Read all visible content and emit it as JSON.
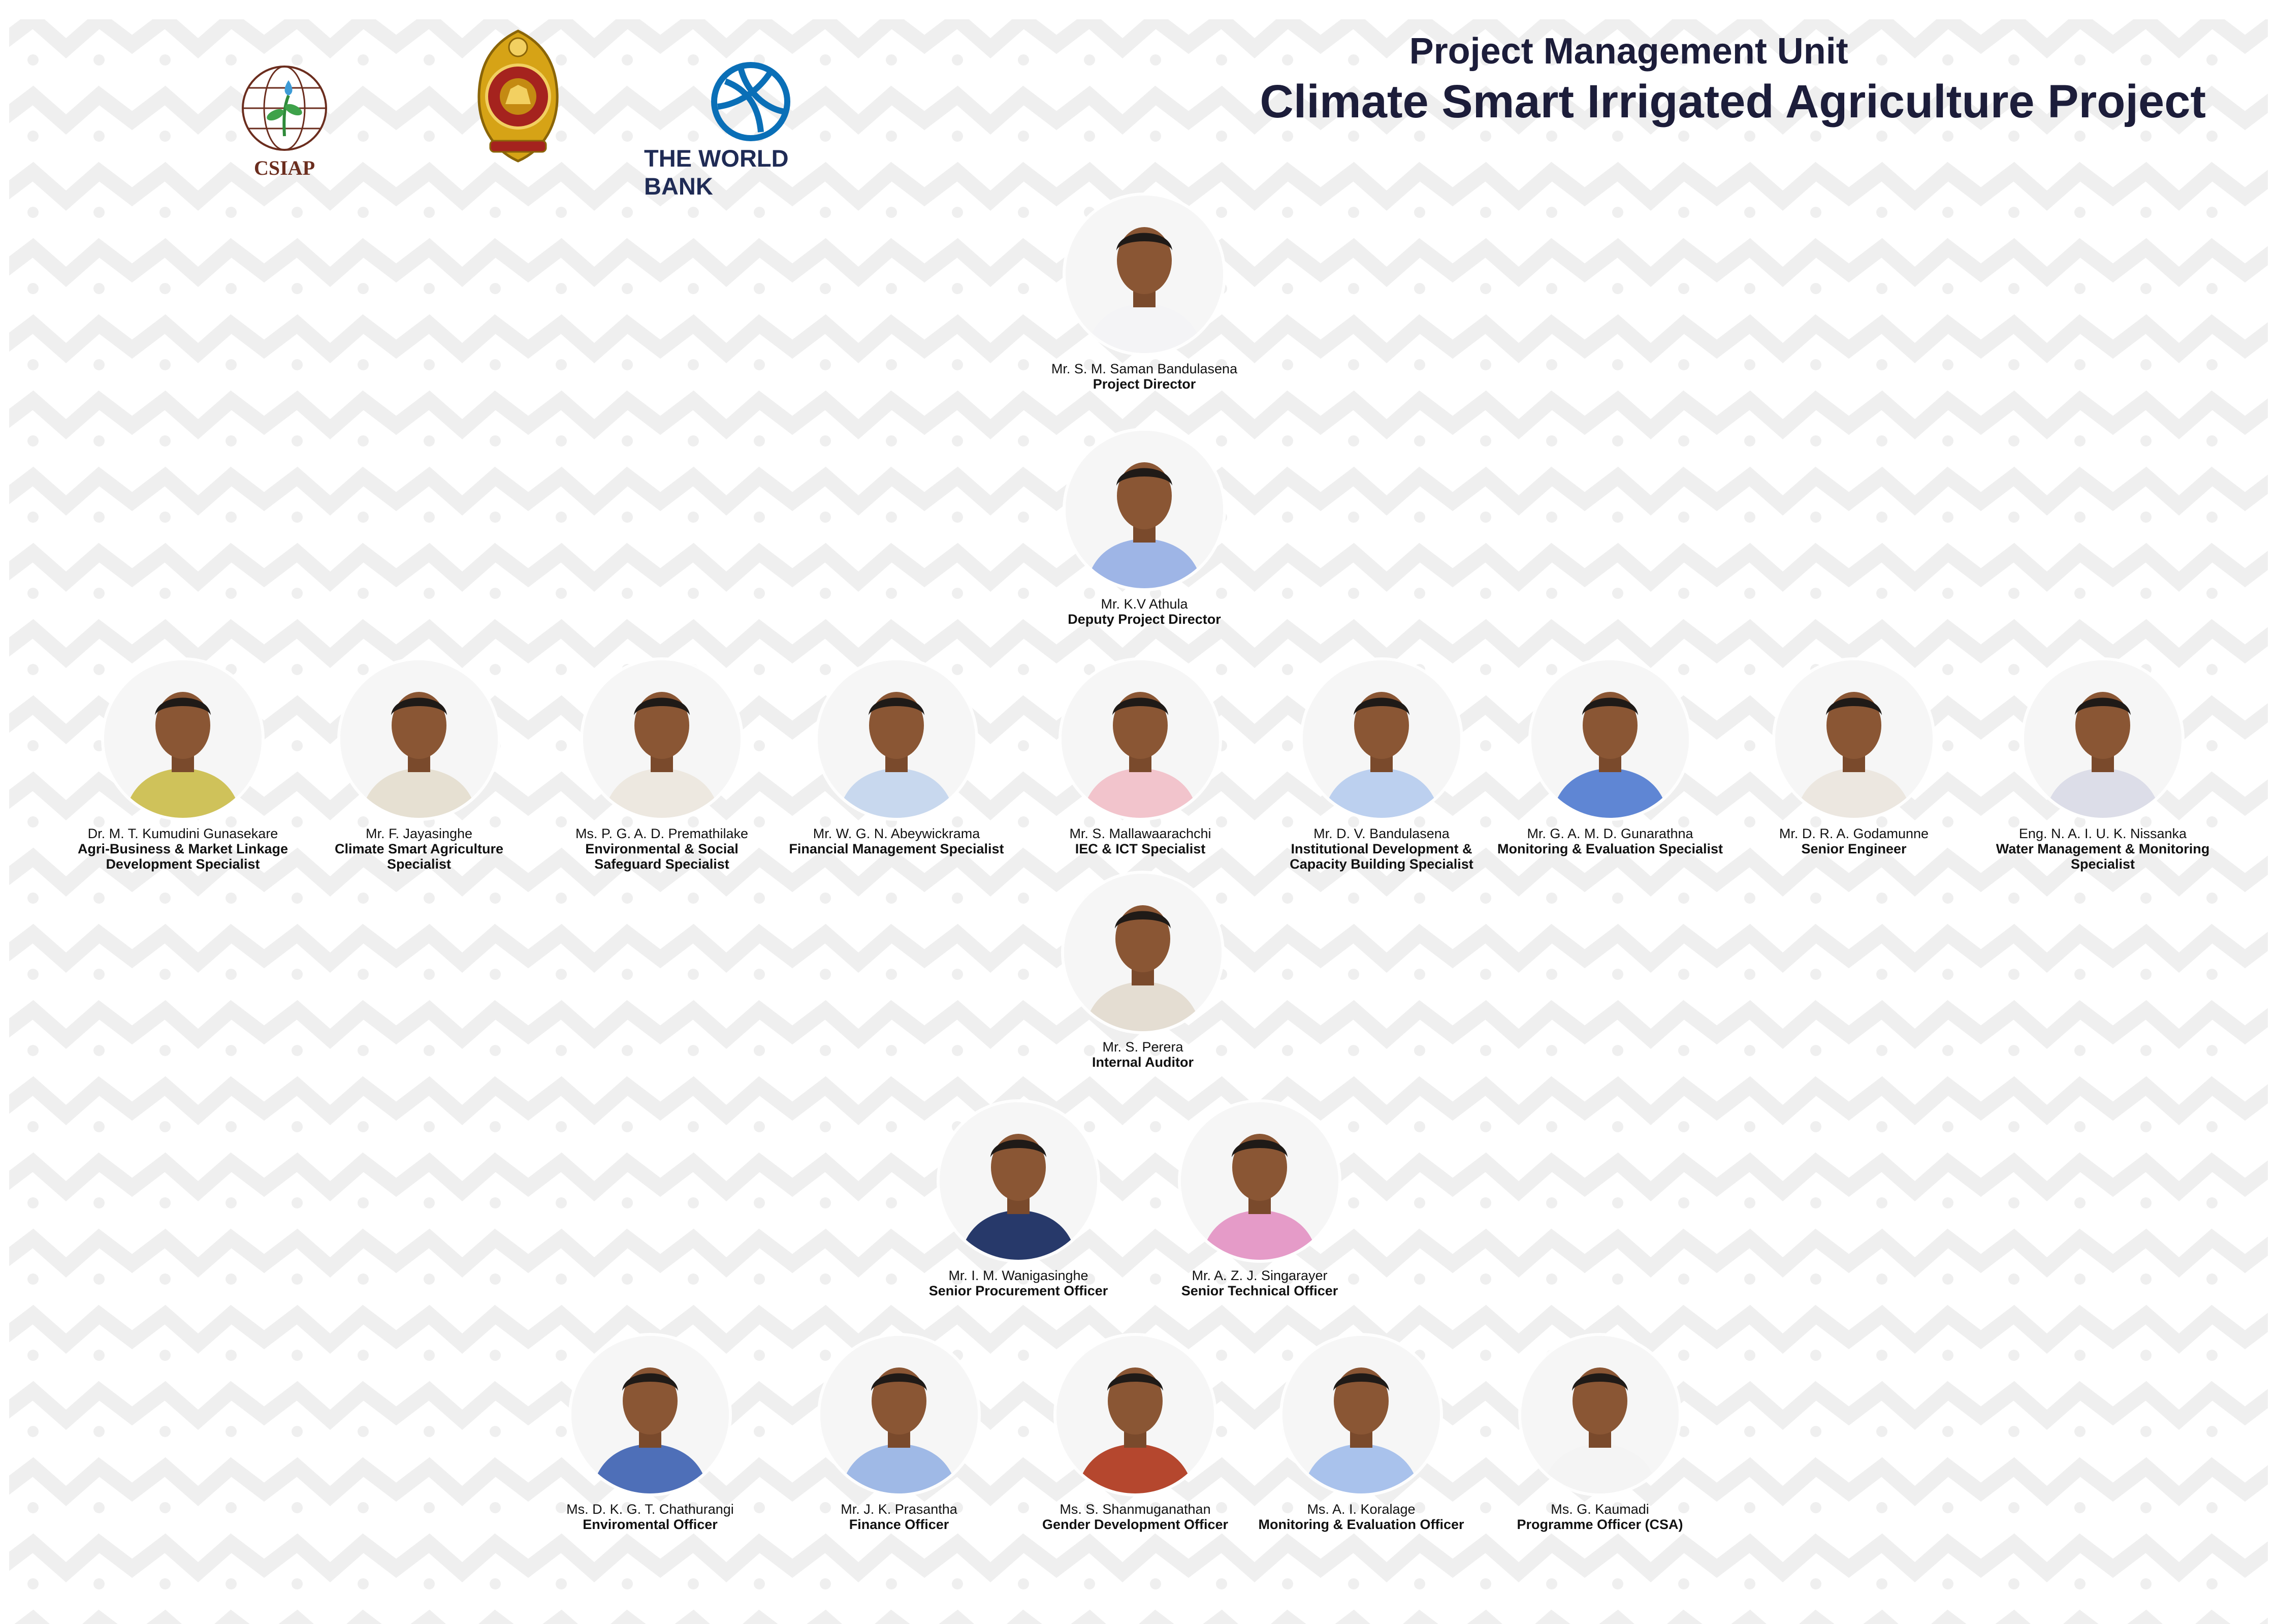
{
  "header": {
    "line1": "Project Management Unit",
    "line2": "Climate Smart Irrigated Agriculture Project"
  },
  "logos": {
    "csiap": "CSIAP",
    "worldbank": "THE WORLD BANK"
  },
  "colors": {
    "title": "#1c1d3a",
    "worldbank_blue": "#1f2b55",
    "worldbank_globe": "#0a6fb7",
    "emblem_gold": "#d6a316",
    "emblem_red": "#a5231e"
  },
  "people": [
    {
      "name": "Mr. S. M. Saman Bandulasena",
      "role": "Project Director",
      "shirt": "#f4f4f6"
    },
    {
      "name": "Mr. K.V Athula",
      "role": "Deputy Project Director",
      "shirt": "#9eb5e6"
    },
    {
      "name": "Dr. M. T. Kumudini Gunasekare",
      "role": "Agri-Business & Market Linkage Development Specialist",
      "shirt": "#cfc25a"
    },
    {
      "name": "Mr. F. Jayasinghe",
      "role": "Climate Smart Agriculture Specialist",
      "shirt": "#e6e0d2"
    },
    {
      "name": "Ms. P. G. A. D. Premathilake",
      "role": "Environmental & Social Safeguard Specialist",
      "shirt": "#ede8e0"
    },
    {
      "name": "Mr. W. G. N. Abeywickrama",
      "role": "Financial Management Specialist",
      "shirt": "#c8d8ee"
    },
    {
      "name": "Mr. S. Mallawaarachchi",
      "role": "IEC & ICT Specialist",
      "shirt": "#f2c4cc"
    },
    {
      "name": "Mr. D. V. Bandulasena",
      "role": "Institutional Development & Capacity Building Specialist",
      "shirt": "#bcd0ef"
    },
    {
      "name": "Mr. G. A. M. D. Gunarathna",
      "role": "Monitoring & Evaluation Specialist",
      "shirt": "#5f86d4"
    },
    {
      "name": "Mr. D. R. A. Godamunne",
      "role": "Senior Engineer",
      "shirt": "#ece7e0"
    },
    {
      "name": "Eng. N. A. I. U. K. Nissanka",
      "role": "Water Management & Monitoring Specialist",
      "shirt": "#dcdde8"
    },
    {
      "name": "Mr. S. Perera",
      "role": "Internal Auditor",
      "shirt": "#e4ddd2"
    },
    {
      "name": "Mr. I. M. Wanigasinghe",
      "role": "Senior Procurement Officer",
      "shirt": "#27396a"
    },
    {
      "name": "Mr. A. Z. J. Singarayer",
      "role": "Senior Technical Officer",
      "shirt": "#e59bc8"
    },
    {
      "name": "Ms. D. K. G. T. Chathurangi",
      "role": "Enviromental Officer",
      "shirt": "#4e6fb8"
    },
    {
      "name": "Mr. J. K. Prasantha",
      "role": "Finance Officer",
      "shirt": "#9fb9e6"
    },
    {
      "name": "Ms. S. Shanmuganathan",
      "role": "Gender Development Officer",
      "shirt": "#b5472e"
    },
    {
      "name": "Ms. A. I. Koralage",
      "role": "Monitoring & Evaluation Officer",
      "shirt": "#a9c2ec"
    },
    {
      "name": "Ms. G. Kaumadi",
      "role": "Programme Officer (CSA)",
      "shirt": "#f4f4f4"
    }
  ]
}
